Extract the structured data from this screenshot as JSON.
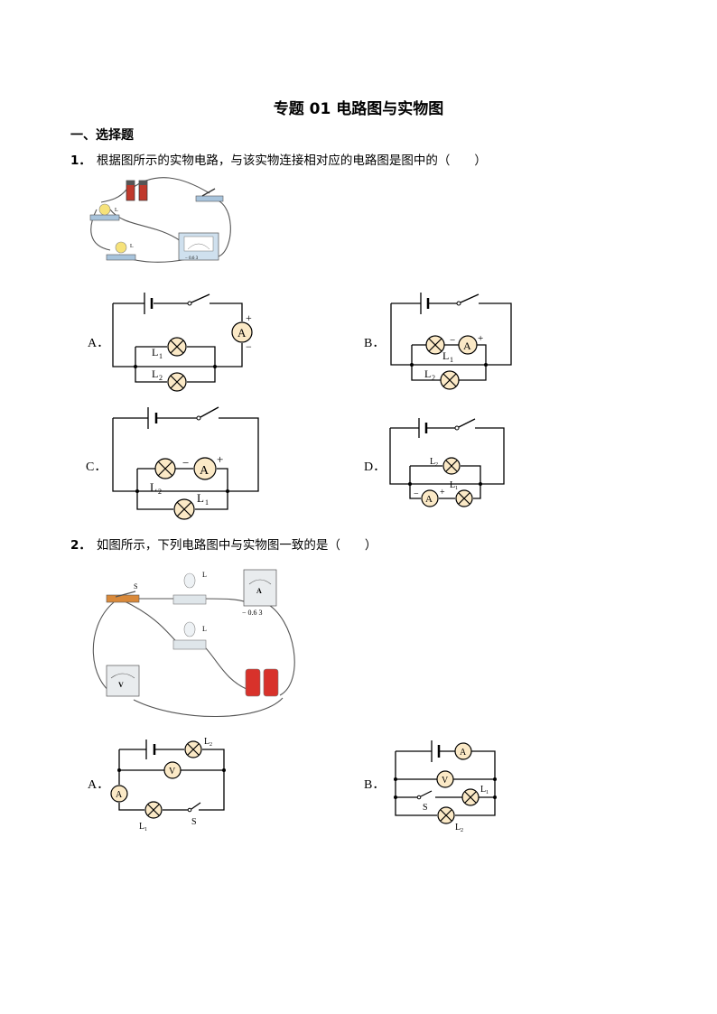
{
  "title": "专题 01 电路图与实物图",
  "section": "一、选择题",
  "questions": [
    {
      "num": "1．",
      "text": "根据图所示的实物电路，与该实物连接相对应的电路图是图中的（　　）"
    },
    {
      "num": "2．",
      "text": "如图所示，下列电路图中与实物图一致的是（　　）"
    }
  ],
  "options": {
    "A": "A．",
    "B": "B．",
    "C": "C．",
    "D": "D．"
  },
  "labels": {
    "L1": "L",
    "sub1": "1",
    "sub2": "2",
    "A": "A",
    "V": "V",
    "S": "S",
    "plus": "+",
    "minus": "−",
    "meter_scale_q1": "−  0.6  3",
    "meter_scale_q2": "−  0.6 3"
  }
}
